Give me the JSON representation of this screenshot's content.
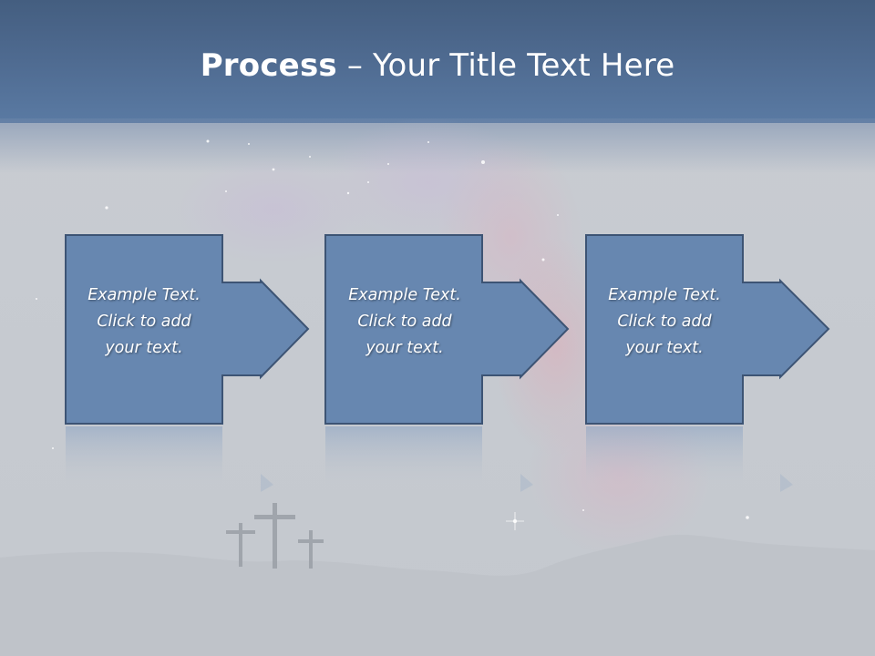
{
  "slide": {
    "title_bold": "Process",
    "title_rest": " – Your Title Text Here"
  },
  "steps": [
    {
      "line1": "Example Text.",
      "line2": "Click  to add",
      "line3": "your text."
    },
    {
      "line1": "Example Text.",
      "line2": "Click  to add",
      "line3": "your text."
    },
    {
      "line1": "Example Text.",
      "line2": "Click  to add",
      "line3": "your text."
    }
  ],
  "colors": {
    "box_fill": "#6787b0",
    "box_stroke": "#3d5474",
    "sky": "#4f6b91",
    "background": "#c7cbd1",
    "hills": "#bcc0c6"
  },
  "icons": [
    "three-crosses-icon",
    "arrow-right-icon"
  ]
}
